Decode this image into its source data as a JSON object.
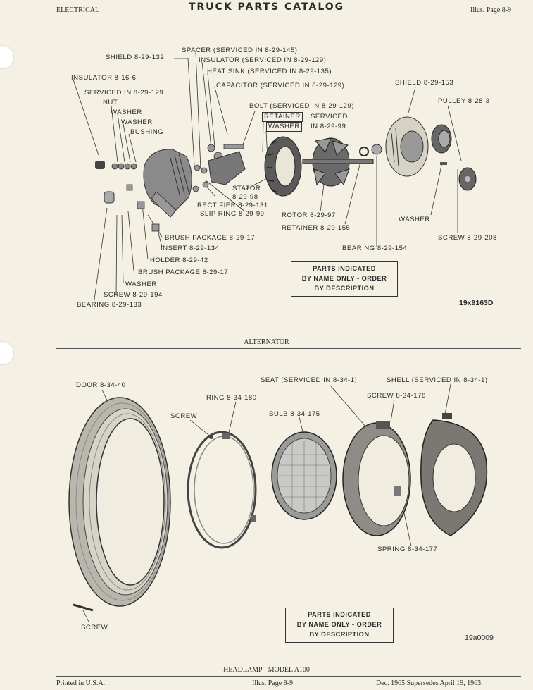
{
  "header": {
    "section": "ELECTRICAL",
    "title": "TRUCK PARTS CATALOG",
    "illus": "Illus. Page 8-9"
  },
  "alternator": {
    "labels": {
      "shield_front": "SHIELD 8-29-132",
      "spacer": "SPACER (SERVICED IN 8-29-145)",
      "insulator_svc": "INSULATOR (SERVICED IN 8-29-129)",
      "heat_sink": "HEAT SINK (SERVICED IN 8-29-135)",
      "capacitor": "CAPACITOR (SERVICED IN 8-29-129)",
      "insulator": "INSULATOR 8-16-6",
      "serviced_in": "SERVICED IN 8-29-129",
      "nut": "NUT",
      "washer_1": "WASHER",
      "washer_2": "WASHER",
      "bushing": "BUSHING",
      "bolt": "BOLT (SERVICED IN 8-29-129)",
      "retainer_word": "RETAINER",
      "serviced_word": "SERVICED",
      "washer_word": "WASHER",
      "in_8_29_99": "IN 8-29-99",
      "shield_rear": "SHIELD 8-29-153",
      "pulley": "PULLEY 8-28-3",
      "stator": "STATOR",
      "stator_no": "8-29-98",
      "rectifier": "RECTIFIER 8-29-131",
      "slip_ring": "SLIP RING 8-29-99",
      "rotor": "ROTOR 8-29-97",
      "retainer": "RETAINER 8-29-155",
      "washer_right": "WASHER",
      "screw_right": "SCREW 8-29-208",
      "brush_pkg_1": "BRUSH PACKAGE 8-29-17",
      "insert": "INSERT 8-29-134",
      "holder": "HOLDER 8-29-42",
      "brush_pkg_2": "BRUSH PACKAGE 8-29-17",
      "washer_low": "WASHER",
      "screw_low": "SCREW 8-29-194",
      "bearing_low": "BEARING 8-29-133",
      "bearing_mid": "BEARING 8-29-154"
    },
    "note": [
      "PARTS INDICATED",
      "BY NAME ONLY - ORDER",
      "BY DESCRIPTION"
    ],
    "code": "19x9163D",
    "caption": "ALTERNATOR"
  },
  "headlamp": {
    "labels": {
      "door": "DOOR 8-34-40",
      "seat": "SEAT (SERVICED IN 8-34-1)",
      "shell": "SHELL (SERVICED IN 8-34-1)",
      "ring": "RING 8-34-180",
      "screw_top": "SCREW",
      "screw_shell": "SCREW 8-34-178",
      "bulb": "BULB 8-34-175",
      "spring": "SPRING 8-34-177",
      "screw_bottom": "SCREW"
    },
    "note": [
      "PARTS INDICATED",
      "BY NAME ONLY - ORDER",
      "BY DESCRIPTION"
    ],
    "code": "19a0009",
    "caption": "HEADLAMP - MODEL A100"
  },
  "footer": {
    "printed": "Printed in U.S.A.",
    "illus": "Illus. Page 8-9",
    "date": "Dec. 1965 Supersedes April 19, 1963."
  }
}
